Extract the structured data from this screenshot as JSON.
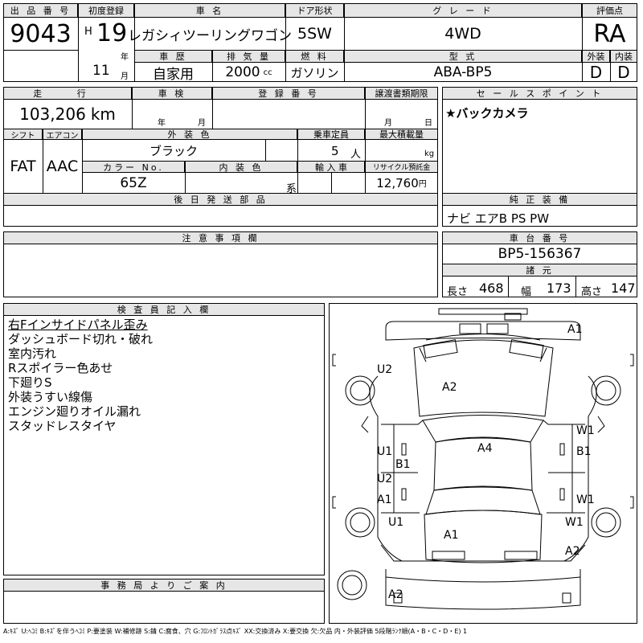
{
  "top": {
    "lot_no_label": "出 品 番 号",
    "lot_no": "9043",
    "first_reg_label": "初度登録",
    "era": "H",
    "year": "19",
    "year_unit": "年",
    "month": "11",
    "month_unit": "月",
    "car_name_label": "車 名",
    "car_name": "レガシィツーリングワゴン",
    "door_label": "ドア形状",
    "door": "5SW",
    "grade_label": "グ レ ー ド",
    "grade": "4WD",
    "score_label": "評価点",
    "score": "RA",
    "history_label": "車 歴",
    "history": "自家用",
    "displacement_label": "排 気 量",
    "displacement": "2000",
    "displacement_unit": "cc",
    "fuel_label": "燃 料",
    "fuel": "ガソリン",
    "model_label": "型 式",
    "model": "ABA-BP5",
    "ext_label": "外装",
    "ext": "D",
    "int_label": "内装",
    "int": "D"
  },
  "second": {
    "mileage_label": "走 行",
    "mileage": "103,206",
    "mileage_unit": "km",
    "inspection_label": "車 検",
    "insp_year": "年",
    "insp_month": "月",
    "reg_no_label": "登 録 番 号",
    "transfer_label": "譲渡書類期限",
    "transfer_month": "月",
    "transfer_day": "日",
    "shift_label": "シフト",
    "shift": "FAT",
    "ac_label": "エアコン",
    "ac": "AAC",
    "color_label": "外 装 色",
    "color": "ブラック",
    "capacity_label": "乗車定員",
    "capacity": "5",
    "capacity_unit": "人",
    "load_label": "最大積載量",
    "load_unit": "kg",
    "color_no_label": "カラー No.",
    "color_no": "65Z",
    "int_color_label": "内 装 色",
    "int_color_unit": "系",
    "import_label": "輸 入 車",
    "recycle_label": "リサイクル預託金",
    "recycle": "12,760",
    "recycle_unit": "円",
    "later_label": "後 日 発 送 部 品"
  },
  "sales": {
    "label": "セ ー ル ス ポ イ ン ト",
    "text": "★バックカメラ"
  },
  "equipment": {
    "label": "純 正 装 備",
    "text": "ナビ エアB PS PW"
  },
  "notes_label": "注 意 事 項 欄",
  "chassis": {
    "label": "車 台 番 号",
    "number": "BP5-156367",
    "spec_label": "諸 元",
    "length_label": "長さ",
    "length": "468",
    "width_label": "幅",
    "width": "173",
    "height_label": "高さ",
    "height": "147"
  },
  "inspector": {
    "label": "検 査 員 記 入 欄",
    "lines": [
      "右Fインサイドパネル歪み",
      "ダッシュボード切れ・破れ",
      "室内汚れ",
      "Rスポイラー色あせ",
      "下廻りS",
      "外装うすい線傷",
      "エンジン廻りオイル漏れ",
      "スタッドレスタイヤ"
    ]
  },
  "office": {
    "label": "事 務 局 よ り ご 案 内"
  },
  "diagram": {
    "marks": [
      "A1",
      "U2",
      "A2",
      "U1",
      "B1",
      "A4",
      "W1",
      "B1",
      "U2",
      "A1",
      "W1",
      "U1",
      "W1",
      "A1",
      "A2",
      "A2"
    ]
  },
  "footer": "A:ｷｽﾞ U:ﾍｺﾐ B:ｷｽﾞを伴うﾍｺﾐ P:要塗装 W:補修跡 S:錆 C:腐食、穴 G:ﾌﾛﾝﾄｶﾞﾗｽ点ｷｽﾞ XX:交換済み X:要交換 欠:欠品 内・外装評価 5段階ﾗﾝｸ順(A・B・C・D・E) 1"
}
